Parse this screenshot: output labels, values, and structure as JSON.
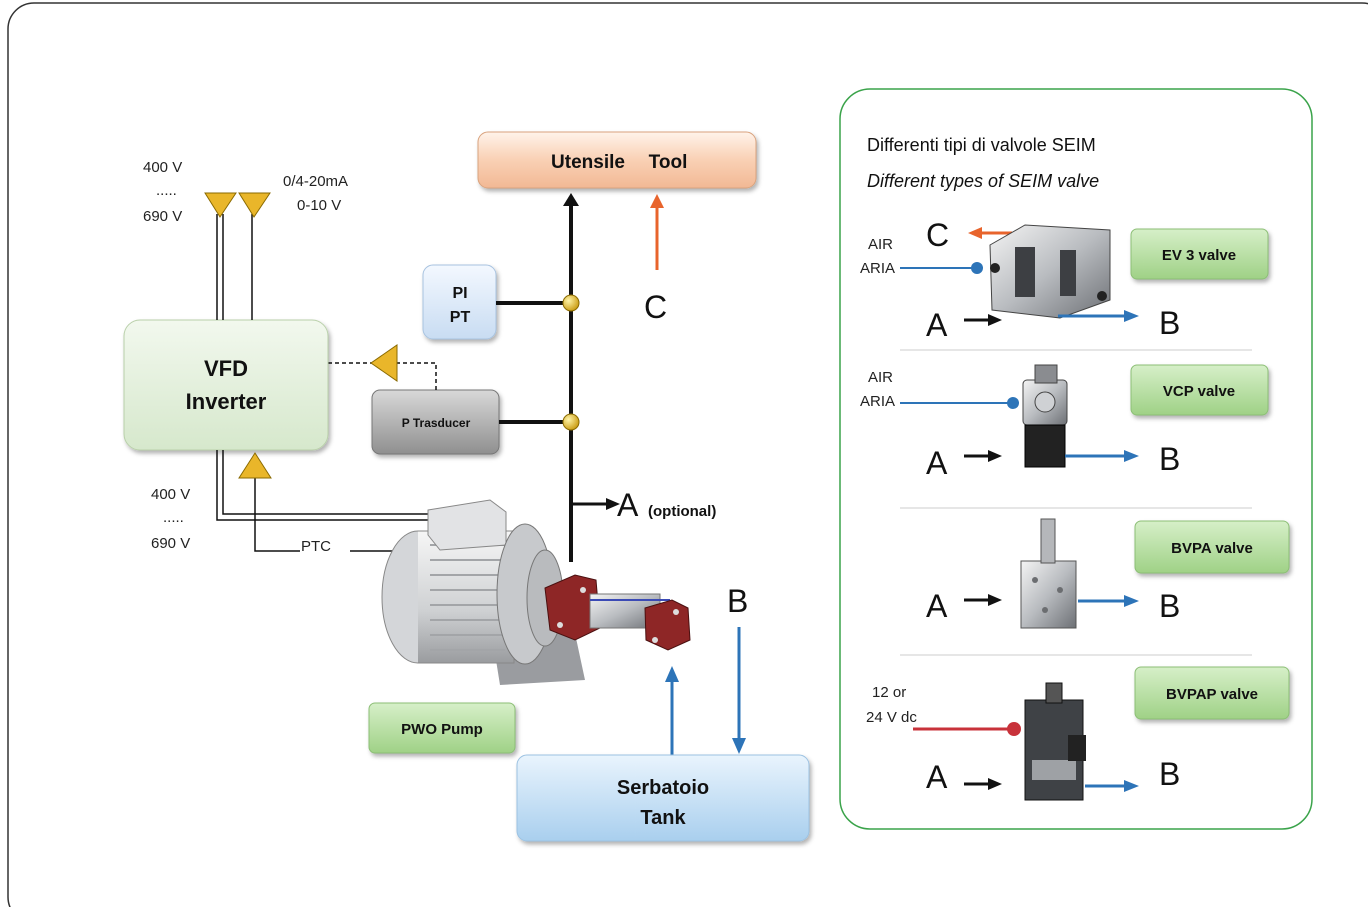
{
  "tool": {
    "label_it": "Utensile",
    "label_en": "Tool"
  },
  "vfd": {
    "line1": "VFD",
    "line2": "Inverter"
  },
  "pi_pt": {
    "line1": "PI",
    "line2": "PT"
  },
  "p_transducer": {
    "label": "P Trasducer"
  },
  "pump": {
    "label": "PWO Pump"
  },
  "tank": {
    "line1": "Serbatoio",
    "line2": "Tank"
  },
  "voltage_top": {
    "line1": "400 V",
    "line2": ".....",
    "line3": "690 V"
  },
  "signal_top": {
    "line1": "0/4-20mA",
    "line2": "0-10 V"
  },
  "voltage_bottom": {
    "line1": "400 V",
    "line2": ".....",
    "line3": "690 V"
  },
  "ptc": "PTC",
  "port_a": "A",
  "port_a_note": "(optional)",
  "port_b": "B",
  "port_c": "C",
  "valve_panel": {
    "title_it": "Differenti tipi di valvole SEIM",
    "title_en": "Different types of SEIM valve",
    "valves": [
      {
        "name": "EV 3 valve",
        "input_label_1": "AIR",
        "input_label_2": "ARIA",
        "has_c": true,
        "c_label": "C",
        "a_label": "A",
        "b_label": "B"
      },
      {
        "name": "VCP valve",
        "input_label_1": "AIR",
        "input_label_2": "ARIA",
        "a_label": "A",
        "b_label": "B"
      },
      {
        "name": "BVPA valve",
        "a_label": "A",
        "b_label": "B"
      },
      {
        "name": "BVPAP valve",
        "input_label_1": "12 or",
        "input_label_2": "24 V dc",
        "a_label": "A",
        "b_label": "B"
      }
    ]
  },
  "colors": {
    "green_box": "#b8e0a4",
    "vfd_box": "#e3efdc",
    "tool_box": "#f9c9a8",
    "tank_box": "#c5e0f5",
    "arrow_blue": "#2d74b8",
    "arrow_orange": "#e8642c",
    "air_line": "#2d74b8",
    "power_line": "#c8323a",
    "panel_border": "#3aa34a"
  }
}
